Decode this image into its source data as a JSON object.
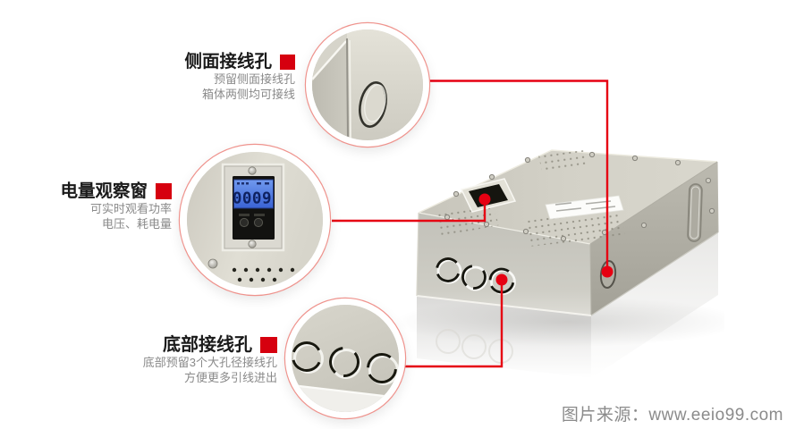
{
  "callouts": [
    {
      "title": "侧面接线孔",
      "desc1": "预留侧面接线孔",
      "desc2": "箱体两侧均可接线"
    },
    {
      "title": "电量观察窗",
      "desc1": "可实时观看功率",
      "desc2": "电压、耗电量"
    },
    {
      "title": "底部接线孔",
      "desc1": "底部预留3个大孔径接线孔",
      "desc2": "方便更多引线进出"
    }
  ],
  "meter": {
    "lcd_value": "0009"
  },
  "source": {
    "label": "图片来源：www.eeio99.com"
  },
  "colors": {
    "accent_red": "#e60012",
    "marker_red": "#d6000f",
    "title_black": "#1a1a1a",
    "desc_gray": "#8a8a8a",
    "source_gray": "#8b8b8b",
    "lcd_blue": "#4a76e0",
    "box_beige": "#cfcdc3"
  }
}
